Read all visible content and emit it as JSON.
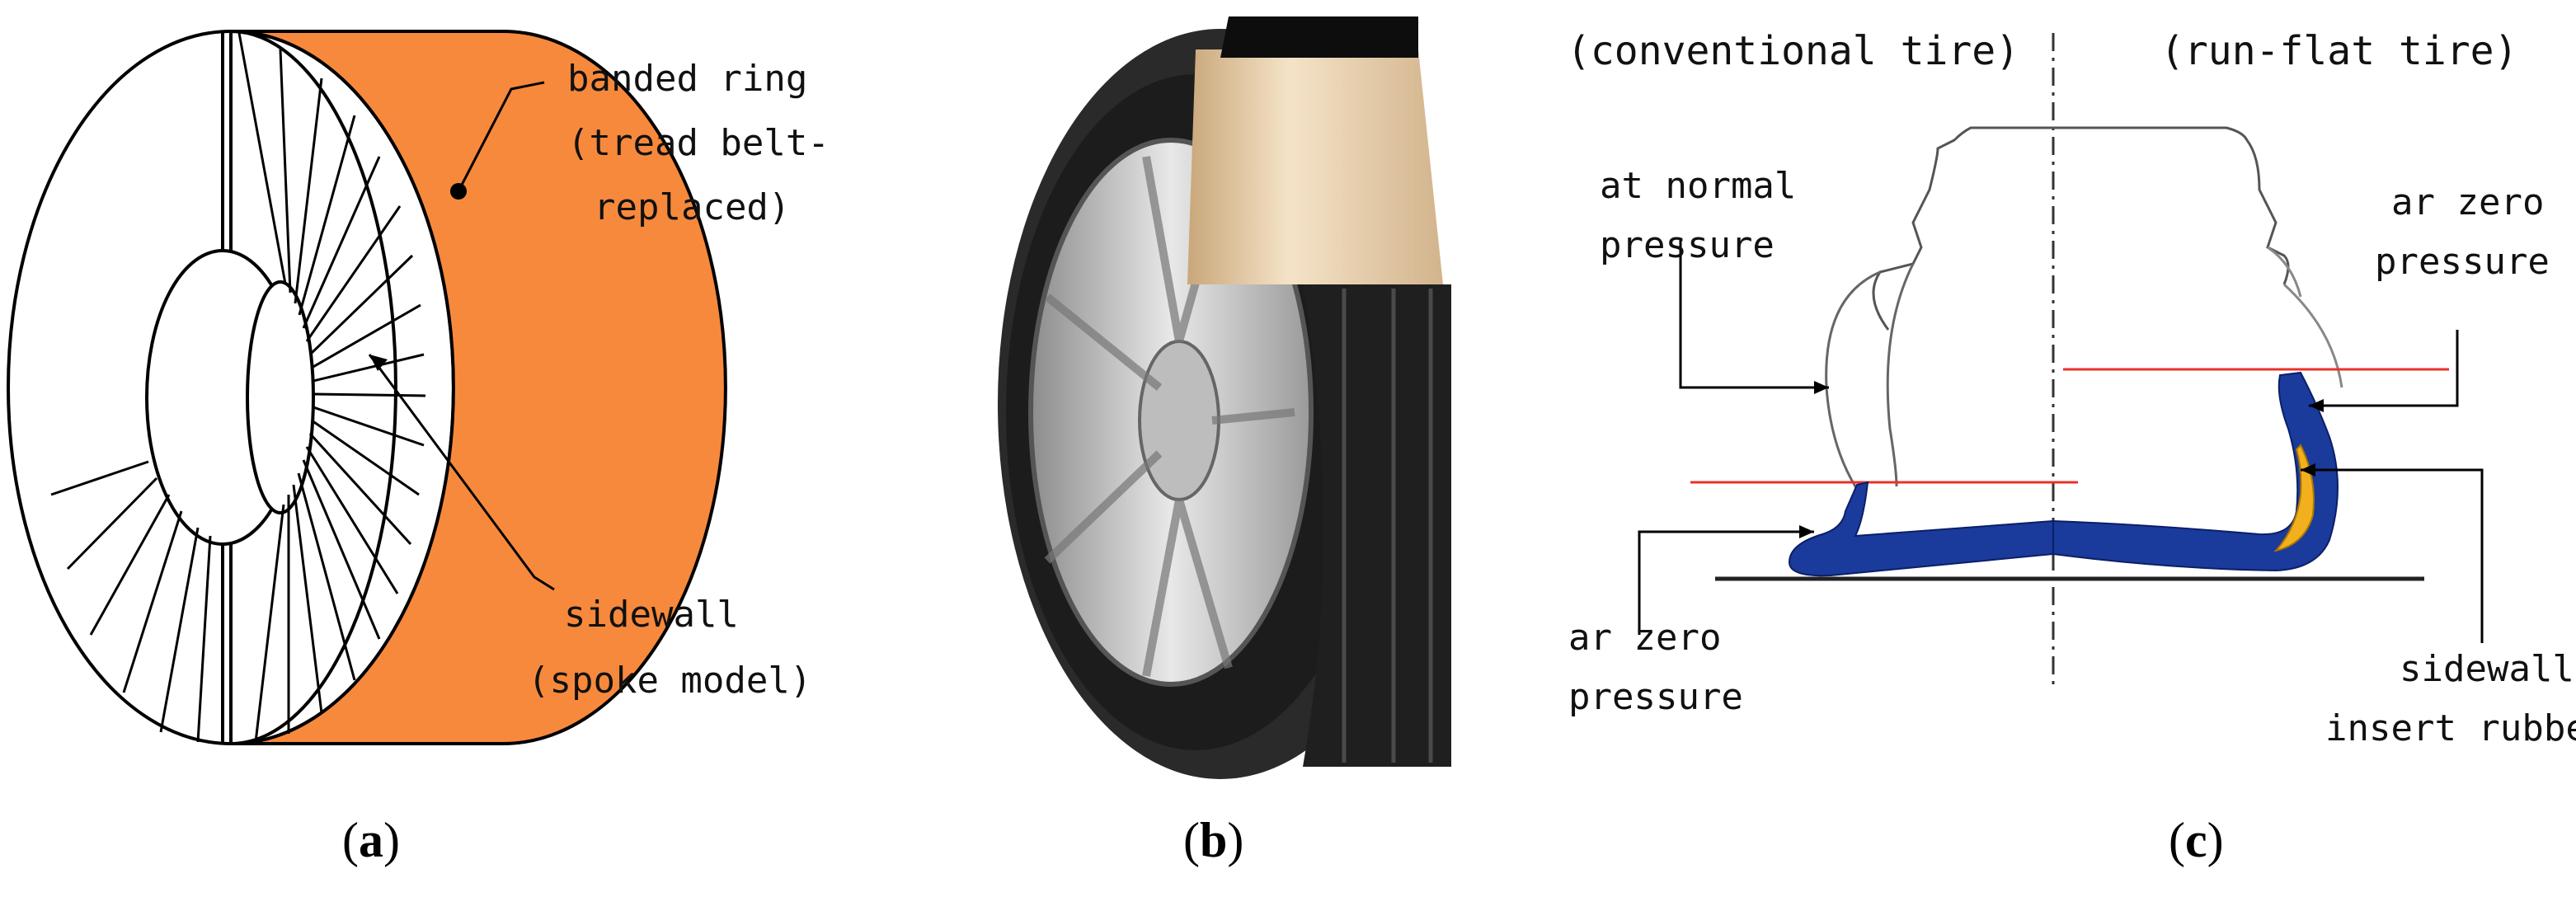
{
  "panel_a": {
    "label_banded_ring_1": "banded ring",
    "label_banded_ring_2": "(tread belt-",
    "label_banded_ring_3": "replaced)",
    "label_sidewall_1": "sidewall",
    "label_sidewall_2": "(spoke model)",
    "caption_letter": "a",
    "colors": {
      "ring": "#f7893c"
    }
  },
  "panel_b": {
    "caption_letter": "b"
  },
  "panel_c": {
    "header_left": "(conventional tire)",
    "header_right": "(run-flat tire)",
    "label_normal_1": "at normal",
    "label_normal_2": "pressure",
    "label_zero_left_1": "ar zero",
    "label_zero_left_2": "pressure",
    "label_zero_right_1": "ar zero",
    "label_zero_right_2": "pressure",
    "label_insert_1": "sidewall",
    "label_insert_2": "insert rubber",
    "caption_letter": "c",
    "colors": {
      "tire": "#1a3a9c",
      "insert": "#f2b01e",
      "level_line": "#e8332a"
    }
  }
}
